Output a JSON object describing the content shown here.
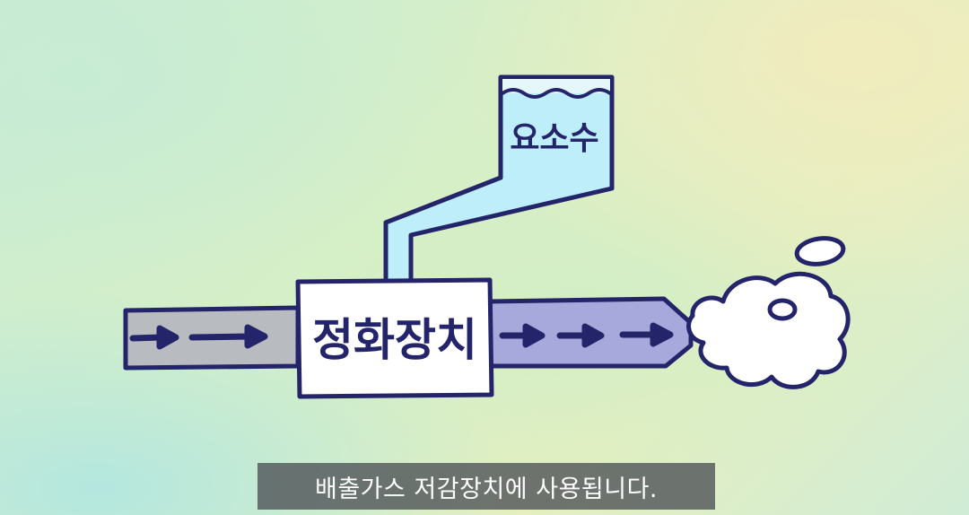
{
  "diagram": {
    "device_label": "정화장치",
    "tank_label": "요소수"
  },
  "subtitle": {
    "text": "배출가스 저감장치에 사용됩니다."
  },
  "colors": {
    "outline": "#24246a",
    "inlet_pipe": "#b8bcc0",
    "outlet_pipe": "#a7a9dc",
    "urea_liquid": "#bdeefa",
    "device_box": "#ffffff",
    "smoke": "#ffffff",
    "subtitle_bg": "#4b5055"
  }
}
